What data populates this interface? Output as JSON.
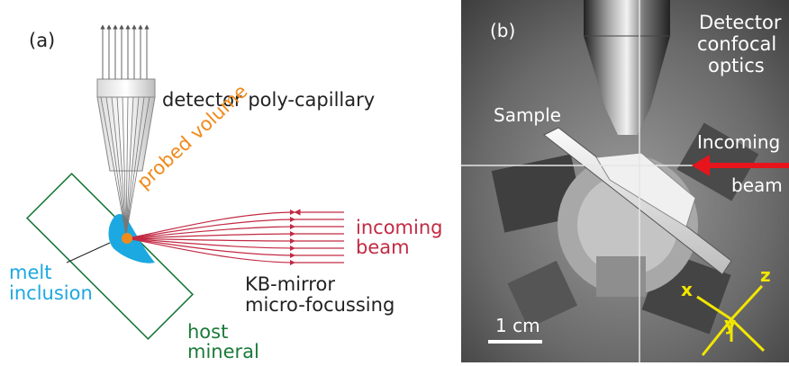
{
  "panel_a": {
    "tag": "(a)",
    "detector_label": "detector poly-capillary",
    "probed_volume_label": "probed volume",
    "incoming_beam_line1": "incoming",
    "incoming_beam_line2": "beam",
    "kb_mirror_line1": "KB-mirror",
    "kb_mirror_line2": "micro-focussing",
    "melt_inclusion_line1": "melt",
    "melt_inclusion_line2": "inclusion",
    "host_mineral_line1": "host",
    "host_mineral_line2": "mineral",
    "colors": {
      "probed_volume": "#f08a1c",
      "melt_inclusion": "#1ca8e0",
      "host_mineral": "#1b7a3a",
      "incoming_beam": "#c22a43",
      "text": "#222222"
    }
  },
  "panel_b": {
    "tag": "(b)",
    "detector_line1": "Detector",
    "detector_line2": "confocal",
    "detector_line3": "optics",
    "sample_label": "Sample",
    "incoming_line1": "Incoming",
    "incoming_line2": "beam",
    "scale_label": "1 cm",
    "axis_x": "x",
    "axis_y": "y",
    "axis_z": "z",
    "colors": {
      "arrow": "#e8141c",
      "axes": "#f2e600",
      "labels": "#ffffff"
    }
  }
}
